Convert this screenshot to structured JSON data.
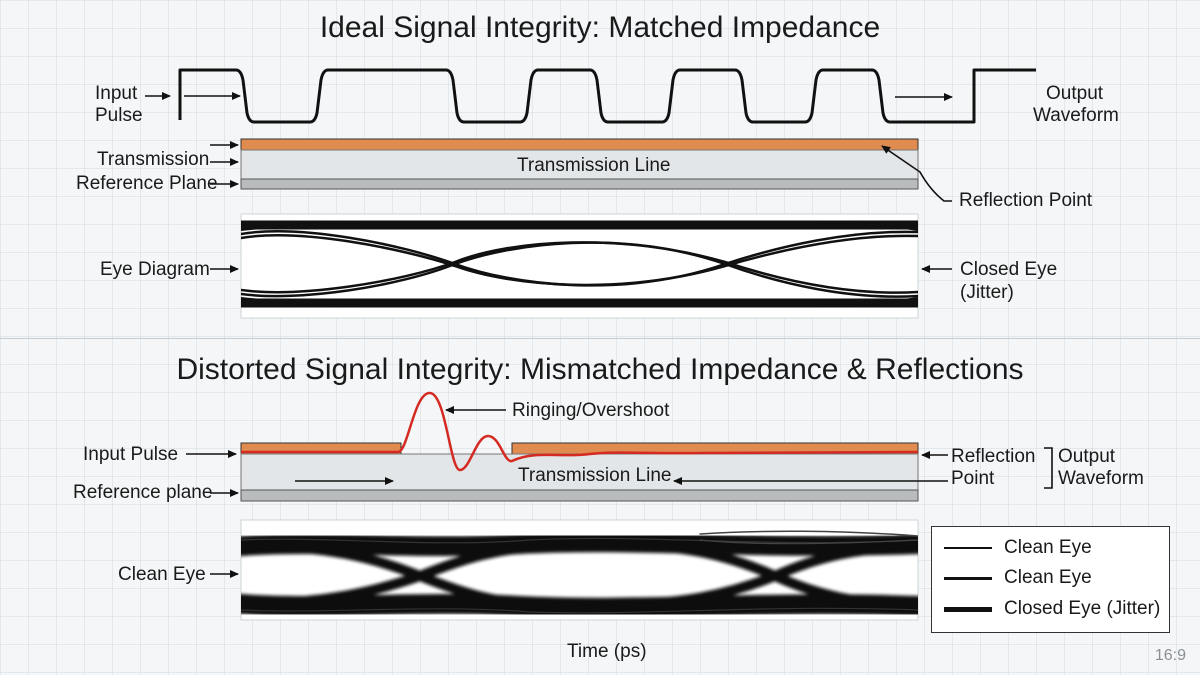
{
  "ideal": {
    "title": "Ideal Signal Integrity: Matched Impedance",
    "input_pulse": [
      "Input",
      "Pulse"
    ],
    "output_waveform": [
      "Output",
      "Waveform"
    ],
    "transmission": "Transmission",
    "reference_plane": "Reference Plane",
    "transmission_line": "Transmission Line",
    "reflection_point": "Reflection Point",
    "eye_diagram": "Eye Diagram",
    "closed_eye": [
      "Closed Eye",
      "(Jitter)"
    ]
  },
  "distorted": {
    "title": "Distorted Signal Integrity: Mismatched Impedance & Reflections",
    "ringing": "Ringing/Overshoot",
    "input_pulse": "Input Pulse",
    "reference_plane": "Reference plane",
    "transmission_line": "Transmission Line",
    "reflection_point": [
      "Reflection",
      "Point"
    ],
    "output_waveform": [
      "Output",
      "Waveform"
    ],
    "clean_eye": "Clean Eye",
    "time_label": "Time (ps)"
  },
  "legend": {
    "items": [
      {
        "label": "Clean Eye",
        "weight": "thin"
      },
      {
        "label": "Clean Eye",
        "weight": "medium"
      },
      {
        "label": "Closed Eye (Jitter)",
        "weight": "thick"
      }
    ]
  },
  "aspect_ratio": "16:9",
  "colors": {
    "copper": "#e08b4f",
    "ringing_trace": "#d42a22",
    "dielectric": "#e3e6e8",
    "reference_plane": "#b8bcbf",
    "eye_trace": "#111111"
  }
}
